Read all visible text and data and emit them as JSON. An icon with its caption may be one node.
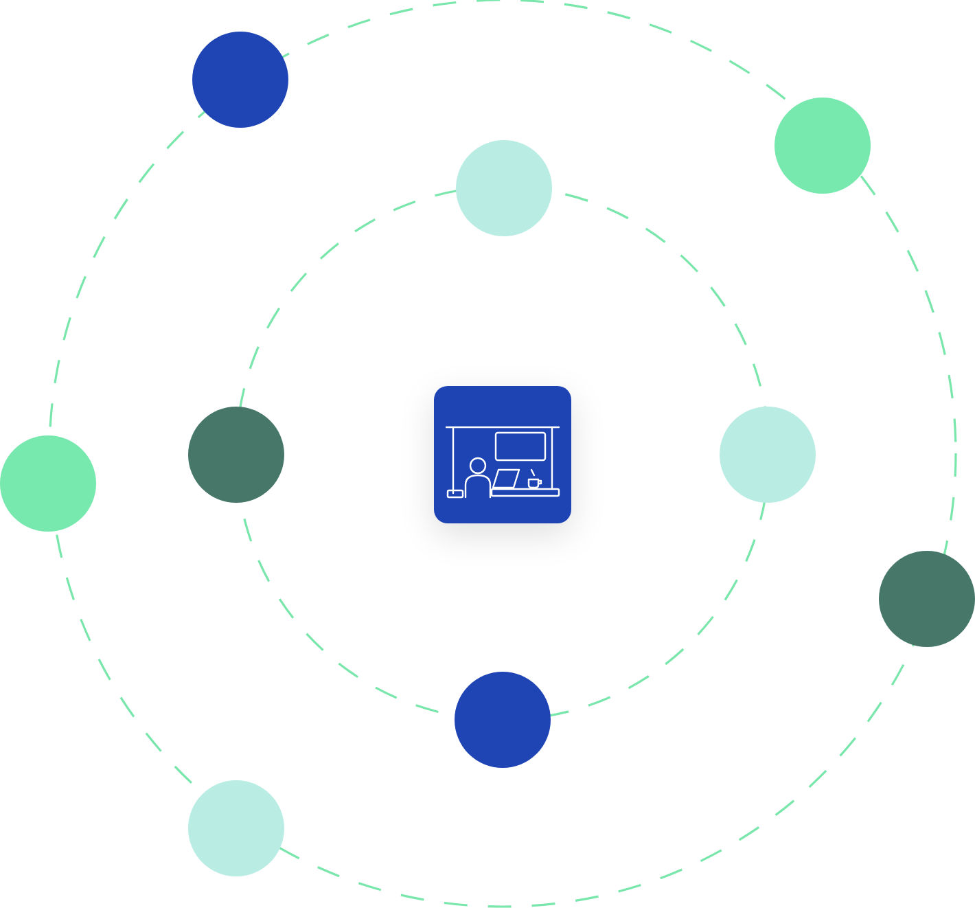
{
  "diagram": {
    "nodes": [
      {
        "text": [],
        "shape": "picture"
      },
      {
        "text": [],
        "shape": "circle"
      },
      {
        "text": [],
        "shape": "circle"
      },
      {
        "text": [],
        "shape": "circle"
      },
      {
        "text": [],
        "shape": "circle"
      },
      {
        "text": [],
        "shape": "circle"
      },
      {
        "text": [],
        "shape": "circle"
      },
      {
        "text": [],
        "shape": "circle"
      },
      {
        "text": [],
        "shape": "circle"
      },
      {
        "text": [],
        "shape": "circle"
      }
    ]
  }
}
